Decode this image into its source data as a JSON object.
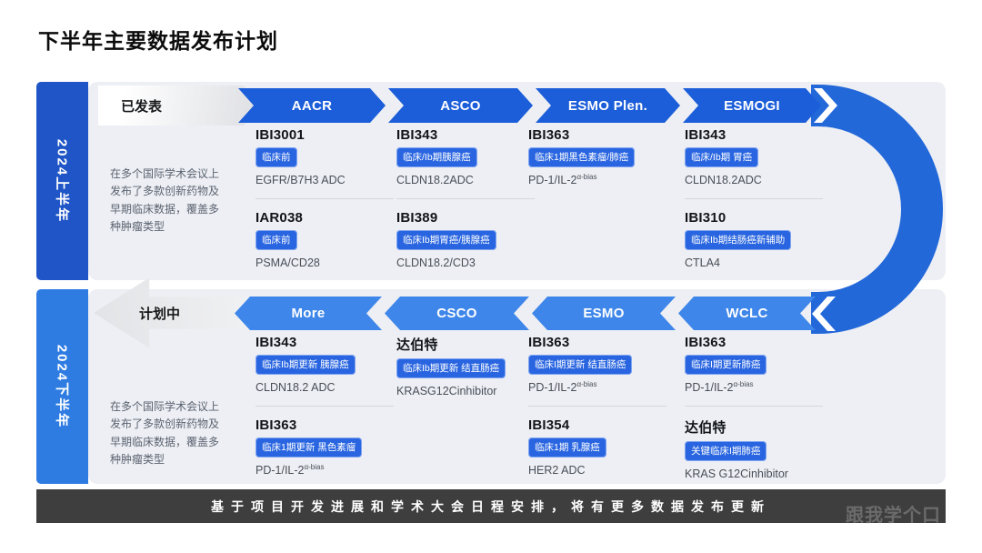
{
  "page": {
    "title": "下半年主要数据发布计划"
  },
  "colors": {
    "sidebar_top": "#1f55c6",
    "sidebar_bottom": "#2e7ce2",
    "chevron_top": "#1c5ed9",
    "chevron_bottom": "#3e86e9",
    "badge_blue": "#2965e0",
    "arc_blue": "#2368d9",
    "panel_gray": "#edeff4",
    "footer_gray": "#3e3e3e"
  },
  "sections": [
    {
      "year_label": "2024上半年",
      "status_label": "已发表",
      "description": "在多个国际学术会议上发布了多款创新药物及早期临床数据，覆盖多种肿瘤类型",
      "conferences": [
        {
          "label": "AACR",
          "entries": [
            {
              "name": "IBI3001",
              "phase": "临床前",
              "target": "EGFR/B7H3 ADC"
            },
            {
              "name": "IAR038",
              "phase": "临床前",
              "target": "PSMA/CD28"
            }
          ]
        },
        {
          "label": "ASCO",
          "entries": [
            {
              "name": "IBI343",
              "phase": "临床/Ib期胰腺癌",
              "target": "CLDN18.2ADC"
            },
            {
              "name": "IBI389",
              "phase": "临床Ib期胃癌/胰腺癌",
              "target": "CLDN18.2/CD3"
            }
          ]
        },
        {
          "label": "ESMO Plen.",
          "entries": [
            {
              "name": "IBI363",
              "phase": "临床1期黑色素瘤/肺癌",
              "target": "PD-1/IL-2",
              "target_sup": "α-bias"
            }
          ]
        },
        {
          "label": "ESMOGI",
          "entries": [
            {
              "name": "IBI343",
              "phase": "临床/Ib期 胃癌",
              "target": "CLDN18.2ADC"
            },
            {
              "name": "IBI310",
              "phase": "临床Ib期结肠癌新辅助",
              "target": "CTLA4"
            }
          ]
        }
      ]
    },
    {
      "year_label": "2024下半年",
      "status_label": "计划中",
      "description": "在多个国际学术会议上发布了多款创新药物及早期临床数据，覆盖多种肿瘤类型",
      "conferences": [
        {
          "label": "More",
          "entries": [
            {
              "name": "IBI343",
              "phase": "临床Ib期更新 胰腺癌",
              "target": "CLDN18.2 ADC"
            },
            {
              "name": "IBI363",
              "phase": "临床1期更新 黑色素瘤",
              "target": "PD-1/IL-2",
              "target_sup": "α-bias"
            }
          ]
        },
        {
          "label": "CSCO",
          "entries": [
            {
              "name": "达伯特",
              "phase": "临床Ib期更新 结直肠癌",
              "target": "KRASG12Cinhibitor"
            }
          ]
        },
        {
          "label": "ESMO",
          "entries": [
            {
              "name": "IBI363",
              "phase": "临床I期更新 结直肠癌",
              "target": "PD-1/IL-2",
              "target_sup": "α-bias"
            },
            {
              "name": "IBI354",
              "phase": "临床1期 乳腺癌",
              "target": "HER2 ADC"
            }
          ]
        },
        {
          "label": "WCLC",
          "entries": [
            {
              "name": "IBI363",
              "phase": "临床I期更新肺癌",
              "target": "PD-1/IL-2",
              "target_sup": "α-bias"
            },
            {
              "name": "达伯特",
              "phase": "关键临床I期肺癌",
              "target": "KRAS G12Cinhibitor"
            }
          ]
        }
      ]
    }
  ],
  "footer": {
    "note": "基于项目开发进展和学术大会日程安排，将有更多数据发布更新",
    "watermark": "跟我学个口"
  }
}
